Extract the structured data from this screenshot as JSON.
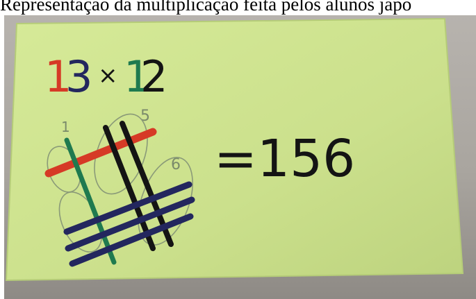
{
  "caption": {
    "text": "Representação da multiplicação feita pelos alunos japo"
  },
  "card": {
    "problem_digit_1": "1",
    "problem_digit_3": "3",
    "problem_times": "×",
    "problem_digit_1b": "1",
    "problem_digit_2": "2",
    "result": "=156",
    "count_labels": [
      "1",
      "5",
      "6"
    ],
    "colors": {
      "card": "#cde28e",
      "red": "#d63a26",
      "navy": "#23275e",
      "green": "#1f7a4f",
      "black": "#141414",
      "pencil": "#7a8a6a"
    }
  }
}
